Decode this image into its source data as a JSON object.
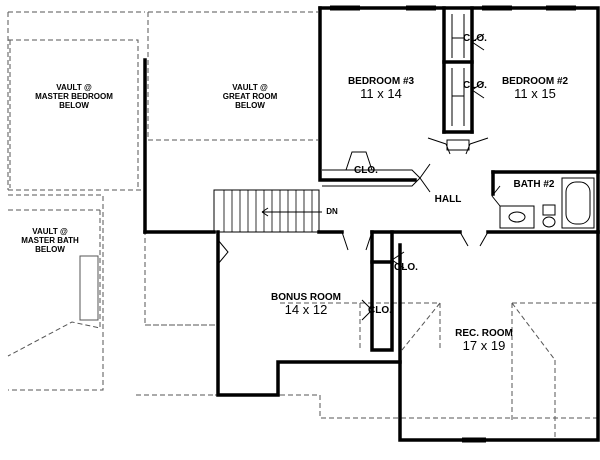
{
  "plan": {
    "vault_master_bedroom": {
      "line1": "VAULT @",
      "line2": "MASTER BEDROOM",
      "line3": "BELOW"
    },
    "vault_great_room": {
      "line1": "VAULT @",
      "line2": "GREAT ROOM",
      "line3": "BELOW"
    },
    "vault_master_bath": {
      "line1": "VAULT @",
      "line2": "MASTER BATH",
      "line3": "BELOW"
    },
    "bedroom3": {
      "name": "BEDROOM #3",
      "size": "11 x 14"
    },
    "bedroom2": {
      "name": "BEDROOM #2",
      "size": "11 x 15"
    },
    "bonus_room": {
      "name": "BONUS ROOM",
      "size": "14 x 12"
    },
    "rec_room": {
      "name": "REC. ROOM",
      "size": "17 x 19"
    },
    "hall": "HALL",
    "bath2": "BATH #2",
    "closet": "CLO.",
    "stair_down": "DN"
  }
}
